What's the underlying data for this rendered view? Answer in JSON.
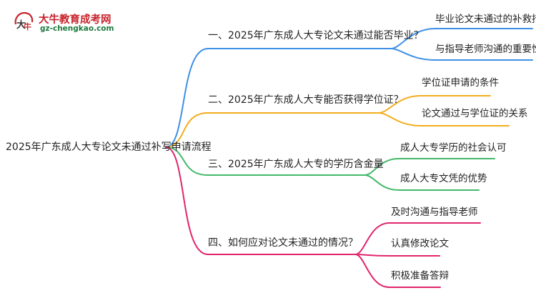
{
  "logo": {
    "title": "大牛教育成考网",
    "url": "gz-chengkao.com",
    "mark_text": "大牛"
  },
  "mindmap": {
    "root": "2025年广东成人大专论文未通过补写申请流程",
    "branches": [
      {
        "label": "一、2025年广东成人大专论文未通过能否毕业？",
        "color": "#3d8fe6",
        "children": [
          "毕业论文未通过的补救措施",
          "与指导老师沟通的重要性"
        ]
      },
      {
        "label": "二、2025年广东成人大专能否获得学位证？",
        "color": "#f2ad1f",
        "children": [
          "学位证申请的条件",
          "论文通过与学位证的关系"
        ]
      },
      {
        "label": "三、2025年广东成人大专的学历含金量",
        "color": "#41b86a",
        "children": [
          "成人大专学历的社会认可",
          "成人大专文凭的优势"
        ]
      },
      {
        "label": "四、如何应对论文未通过的情况？",
        "color": "#e0256c",
        "children": [
          "及时沟通与指导老师",
          "认真修改论文",
          "积极准备答辩"
        ]
      }
    ]
  }
}
